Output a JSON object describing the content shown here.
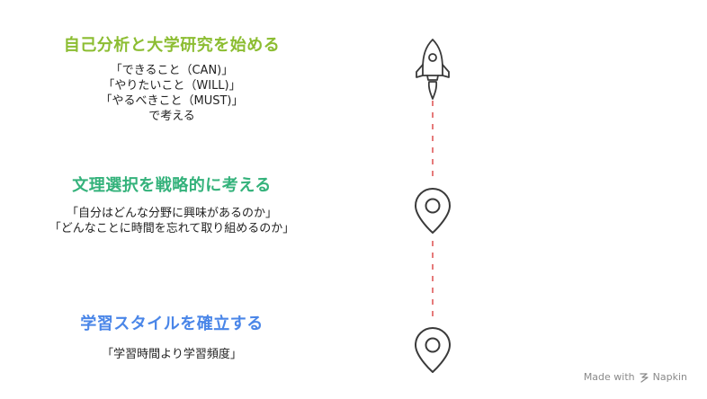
{
  "steps": [
    {
      "title": "自己分析と大学研究を始める",
      "title_color": "#8cbd32",
      "lines": [
        "「できること（CAN)」",
        "「やりたいこと（WILL)」",
        "「やるべきこと（MUST)」",
        "で考える"
      ],
      "icon": "rocket-icon"
    },
    {
      "title": "文理選択を戦略的に考える",
      "title_color": "#34b27b",
      "lines": [
        "「自分はどんな分野に興味があるのか」",
        "「どんなことに時間を忘れて取り組めるのか」"
      ],
      "icon": "location-pin-icon"
    },
    {
      "title": "学習スタイルを確立する",
      "title_color": "#4a86e8",
      "lines": [
        "「学習時間より学習頻度」"
      ],
      "icon": "location-pin-icon"
    }
  ],
  "connector_color": "#e05a5a",
  "watermark": {
    "text": "Made with",
    "brand": "Napkin",
    "icon": "napkin-logo-icon"
  }
}
